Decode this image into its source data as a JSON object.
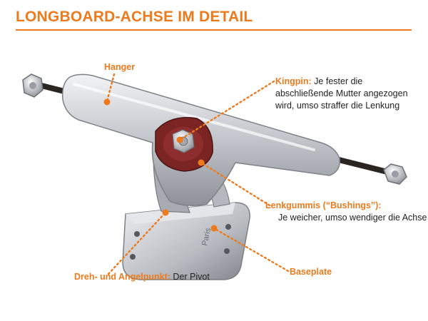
{
  "title": "LONGBOARD-ACHSE IM DETAIL",
  "colors": {
    "accent": "#ee7a1e",
    "text": "#222222",
    "metal": "#c9ccd1",
    "bushing": "#7a2424"
  },
  "labels": {
    "hanger": {
      "key": "Hanger"
    },
    "kingpin": {
      "key": "Kingpin:",
      "text": "Je fester die abschließende Mutter angezogen wird, umso straffer die Lenkung"
    },
    "bushings": {
      "key": "Lenkgummis (“Bushings”):",
      "text": "Je weicher, umso wendiger die Achse"
    },
    "pivot": {
      "key": "Dreh- und Angelpunkt:",
      "text": "Der Pivot"
    },
    "baseplate": {
      "key": "Baseplate"
    }
  },
  "truck_engraving": "Paris"
}
